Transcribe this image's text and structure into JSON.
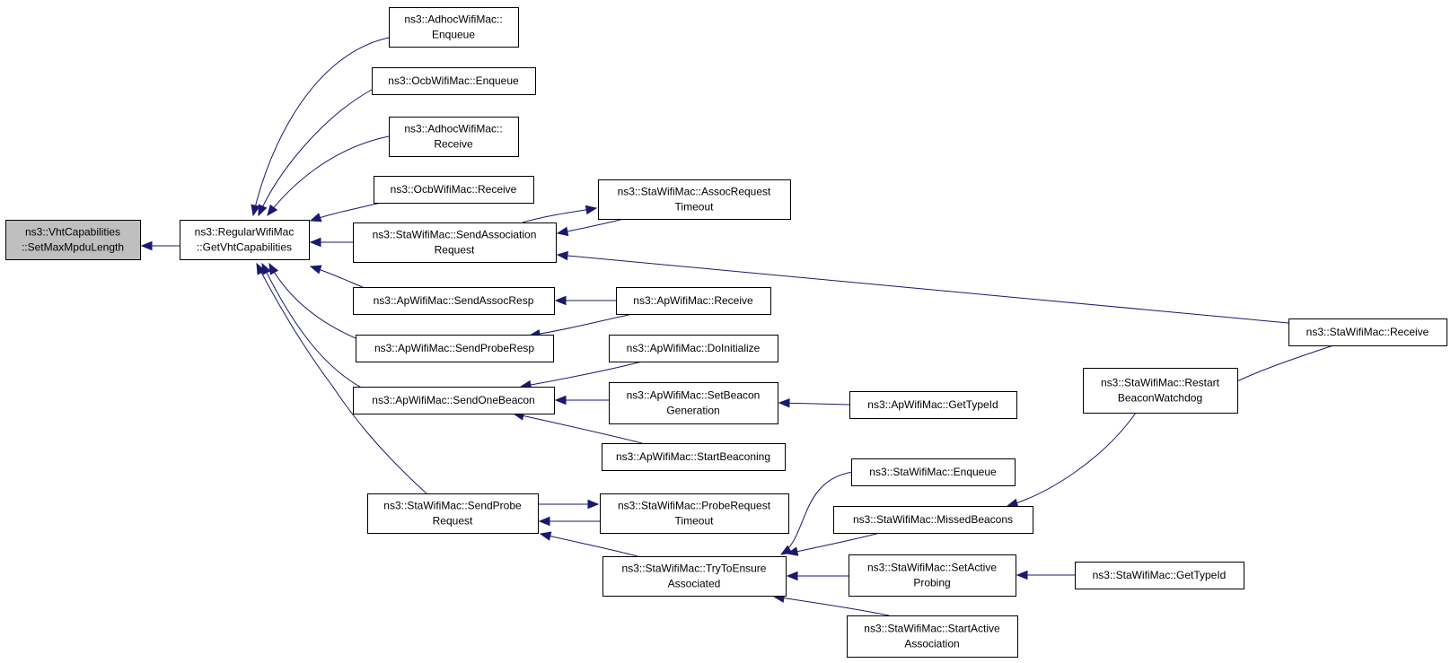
{
  "colors": {
    "edge": "#191970",
    "root_fill": "#bfbfbf",
    "node_fill": "#ffffff",
    "border": "#000000"
  },
  "nodes": {
    "root": [
      "ns3::VhtCapabilities",
      "::SetMaxMpduLength"
    ],
    "getvht": [
      "ns3::RegularWifiMac",
      "::GetVhtCapabilities"
    ],
    "adhoc_enq": [
      "ns3::AdhocWifiMac::",
      "Enqueue"
    ],
    "ocb_enq": [
      "ns3::OcbWifiMac::Enqueue"
    ],
    "adhoc_recv": [
      "ns3::AdhocWifiMac::",
      "Receive"
    ],
    "ocb_recv": [
      "ns3::OcbWifiMac::Receive"
    ],
    "sta_sendassoc": [
      "ns3::StaWifiMac::SendAssociation",
      "Request"
    ],
    "ap_sendassocresp": [
      "ns3::ApWifiMac::SendAssocResp"
    ],
    "ap_sendproberesp": [
      "ns3::ApWifiMac::SendProbeResp"
    ],
    "ap_sendonebeacon": [
      "ns3::ApWifiMac::SendOneBeacon"
    ],
    "sta_sendprobe": [
      "ns3::StaWifiMac::SendProbe",
      "Request"
    ],
    "sta_assoctimeout": [
      "ns3::StaWifiMac::AssocRequest",
      "Timeout"
    ],
    "ap_receive": [
      "ns3::ApWifiMac::Receive"
    ],
    "ap_doinit": [
      "ns3::ApWifiMac::DoInitialize"
    ],
    "ap_setbeacongen": [
      "ns3::ApWifiMac::SetBeacon",
      "Generation"
    ],
    "ap_startbeaconing": [
      "ns3::ApWifiMac::StartBeaconing"
    ],
    "sta_probetimeout": [
      "ns3::StaWifiMac::ProbeRequest",
      "Timeout"
    ],
    "sta_trytoensure": [
      "ns3::StaWifiMac::TryToEnsure",
      "Associated"
    ],
    "ap_gettypeid": [
      "ns3::ApWifiMac::GetTypeId"
    ],
    "sta_enqueue": [
      "ns3::StaWifiMac::Enqueue"
    ],
    "sta_missedbeacons": [
      "ns3::StaWifiMac::MissedBeacons"
    ],
    "sta_setactiveprobing": [
      "ns3::StaWifiMac::SetActive",
      "Probing"
    ],
    "sta_startactiveassoc": [
      "ns3::StaWifiMac::StartActive",
      "Association"
    ],
    "sta_restartbeacon": [
      "ns3::StaWifiMac::Restart",
      "BeaconWatchdog"
    ],
    "sta_gettypeid": [
      "ns3::StaWifiMac::GetTypeId"
    ],
    "sta_receive": [
      "ns3::StaWifiMac::Receive"
    ]
  },
  "edges": [
    [
      "getvht",
      "root"
    ],
    [
      "adhoc_enq",
      "getvht"
    ],
    [
      "ocb_enq",
      "getvht"
    ],
    [
      "adhoc_recv",
      "getvht"
    ],
    [
      "ocb_recv",
      "getvht"
    ],
    [
      "sta_sendassoc",
      "getvht"
    ],
    [
      "ap_sendassocresp",
      "getvht"
    ],
    [
      "ap_sendproberesp",
      "getvht"
    ],
    [
      "ap_sendonebeacon",
      "getvht"
    ],
    [
      "sta_sendprobe",
      "getvht"
    ],
    [
      "sta_sendassoc",
      "sta_assoctimeout"
    ],
    [
      "sta_assoctimeout",
      "sta_sendassoc"
    ],
    [
      "sta_receive",
      "sta_sendassoc"
    ],
    [
      "ap_receive",
      "ap_sendassocresp"
    ],
    [
      "ap_receive",
      "ap_sendproberesp"
    ],
    [
      "ap_doinit",
      "ap_sendonebeacon"
    ],
    [
      "ap_setbeacongen",
      "ap_sendonebeacon"
    ],
    [
      "ap_startbeaconing",
      "ap_sendonebeacon"
    ],
    [
      "ap_gettypeid",
      "ap_setbeacongen"
    ],
    [
      "sta_sendprobe",
      "sta_probetimeout"
    ],
    [
      "sta_probetimeout",
      "sta_sendprobe"
    ],
    [
      "sta_trytoensure",
      "sta_sendprobe"
    ],
    [
      "sta_enqueue",
      "sta_trytoensure"
    ],
    [
      "sta_missedbeacons",
      "sta_trytoensure"
    ],
    [
      "sta_setactiveprobing",
      "sta_trytoensure"
    ],
    [
      "sta_startactiveassoc",
      "sta_trytoensure"
    ],
    [
      "sta_gettypeid",
      "sta_setactiveprobing"
    ],
    [
      "sta_restartbeacon",
      "sta_missedbeacons"
    ],
    [
      "sta_receive",
      "sta_restartbeacon"
    ]
  ]
}
